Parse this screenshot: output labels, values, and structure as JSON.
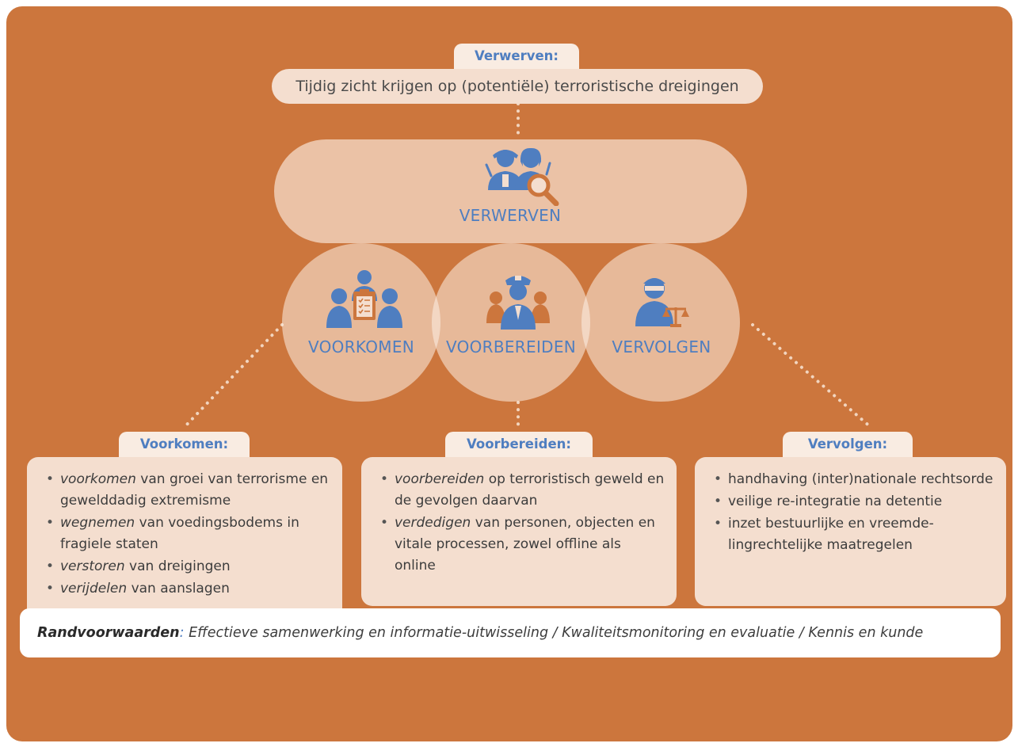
{
  "top": {
    "tag": "Verwerven:",
    "description": "Tijdig zicht krijgen op (potentiële) terroristische dreigingen"
  },
  "center": {
    "verwerven_label": "VERWERVEN",
    "voorkomen_label": "VOORKOMEN",
    "voorbereiden_label": "VOORBEREIDEN",
    "vervolgen_label": "VERVOLGEN"
  },
  "boxes": [
    {
      "title": "Voorkomen:",
      "items": [
        {
          "verb": "voorkomen",
          "rest": " van groei van terrorisme en gewelddadig extremisme"
        },
        {
          "verb": "wegnemen",
          "rest": " van voedingsbodems in fragiele staten"
        },
        {
          "verb": "verstoren",
          "rest": " van dreigingen"
        },
        {
          "verb": "verijdelen",
          "rest": " van aanslagen"
        }
      ]
    },
    {
      "title": "Voorbereiden:",
      "items": [
        {
          "verb": "voorbereiden",
          "rest": " op terroristisch geweld en de gevolgen daarvan"
        },
        {
          "verb": "verdedigen",
          "rest": " van personen, objecten en vitale processen, zowel offline als online"
        }
      ]
    },
    {
      "title": "Vervolgen:",
      "items": [
        {
          "verb": "",
          "rest": "handhaving (inter)nationale rechtsorde"
        },
        {
          "verb": "",
          "rest": "veilige re-integratie na detentie"
        },
        {
          "verb": "",
          "rest": "inzet bestuurlijke en vreemde-lingrechtelijke maatregelen"
        }
      ]
    }
  ],
  "footer": {
    "lead": "Randvoorwaarden",
    "colon": ":",
    "text": " Effectieve samenwerking en informatie-uitwisseling / Kwaliteitsmonitoring en evaluatie / Kennis en kunde"
  },
  "colors": {
    "background": "#CC763D",
    "accent_blue": "#4F7EC0",
    "icon_orange": "#CC763D",
    "box_fill": "#F4DECF"
  },
  "icons": {
    "verwerven": "suspects-magnifier-icon",
    "voorkomen": "team-clipboard-icon",
    "voorbereiden": "police-officer-icon",
    "vervolgen": "judge-scales-icon"
  }
}
